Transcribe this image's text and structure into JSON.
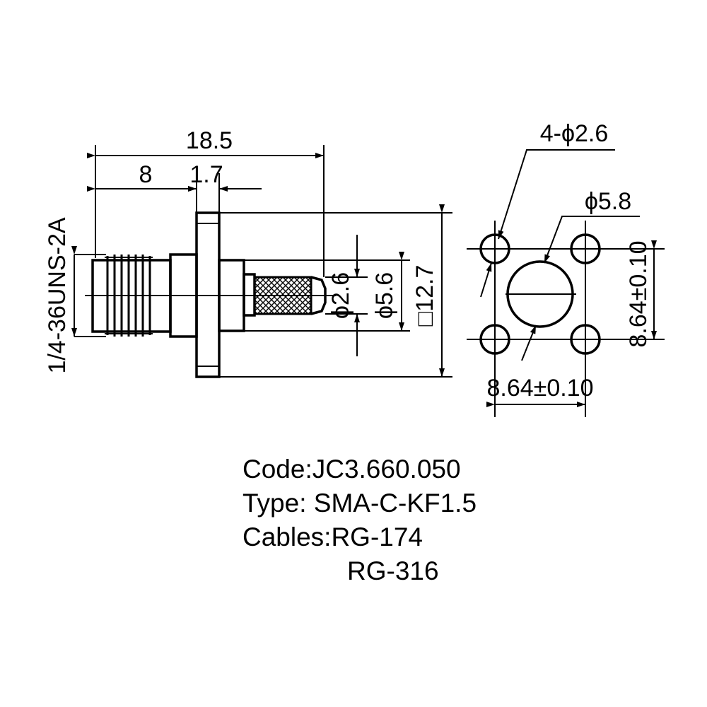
{
  "dimensions": {
    "overall_length": "18.5",
    "thread_length": "8",
    "flange_thickness": "1.7",
    "thread_spec": "1/4-36UNS-2A",
    "crimp_pin_dia_symbol": "ϕ",
    "crimp_pin_dia": "2.6",
    "ferrule_dia_symbol": "ϕ",
    "ferrule_dia": "5.6",
    "flange_square_symbol": "□",
    "flange_square": "12.7",
    "hole_spec": "4-ϕ2.6",
    "center_hole_symbol": "ϕ",
    "center_hole": "5.8",
    "hole_spacing_vertical": "8.64±0.10",
    "hole_spacing_horizontal": "8.64±0.10"
  },
  "info": {
    "code": "Code:JC3.660.050",
    "type": "Type: SMA-C-KF1.5",
    "cables_1": "Cables:RG-174",
    "cables_2": "RG-316"
  }
}
